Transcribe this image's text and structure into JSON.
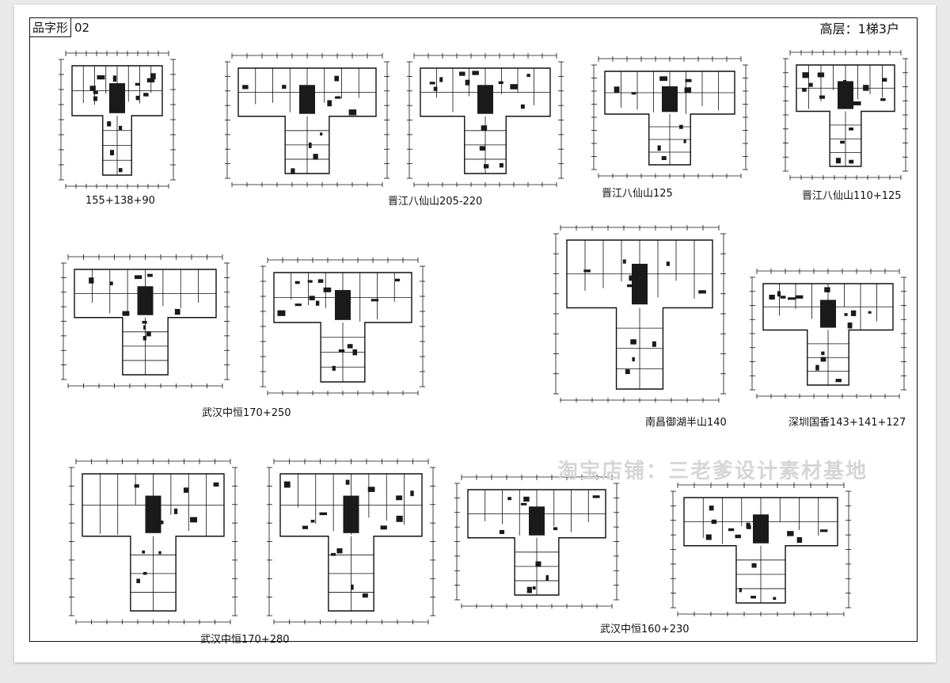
{
  "sheet": {
    "title_label": "品字形",
    "title_code": "02",
    "spec": "高层：1梯3户"
  },
  "plans": [
    {
      "caption": "155+138+90"
    },
    {
      "caption": "晋江八仙山205-220"
    },
    {
      "caption": "晋江八仙山125"
    },
    {
      "caption": "晋江八仙山110+125"
    },
    {
      "caption": "武汉中恒170+250"
    },
    {
      "caption": "南昌御湖半山140"
    },
    {
      "caption": "深圳国香143+141+127"
    },
    {
      "caption": "武汉中恒170+280"
    },
    {
      "caption": "武汉中恒160+230"
    }
  ],
  "watermark": "淘宝店铺：三老爹设计素材基地",
  "colors": {
    "line": "#111111",
    "fill_dark": "#1a1a1a",
    "watermark": "#d6d6d6"
  }
}
